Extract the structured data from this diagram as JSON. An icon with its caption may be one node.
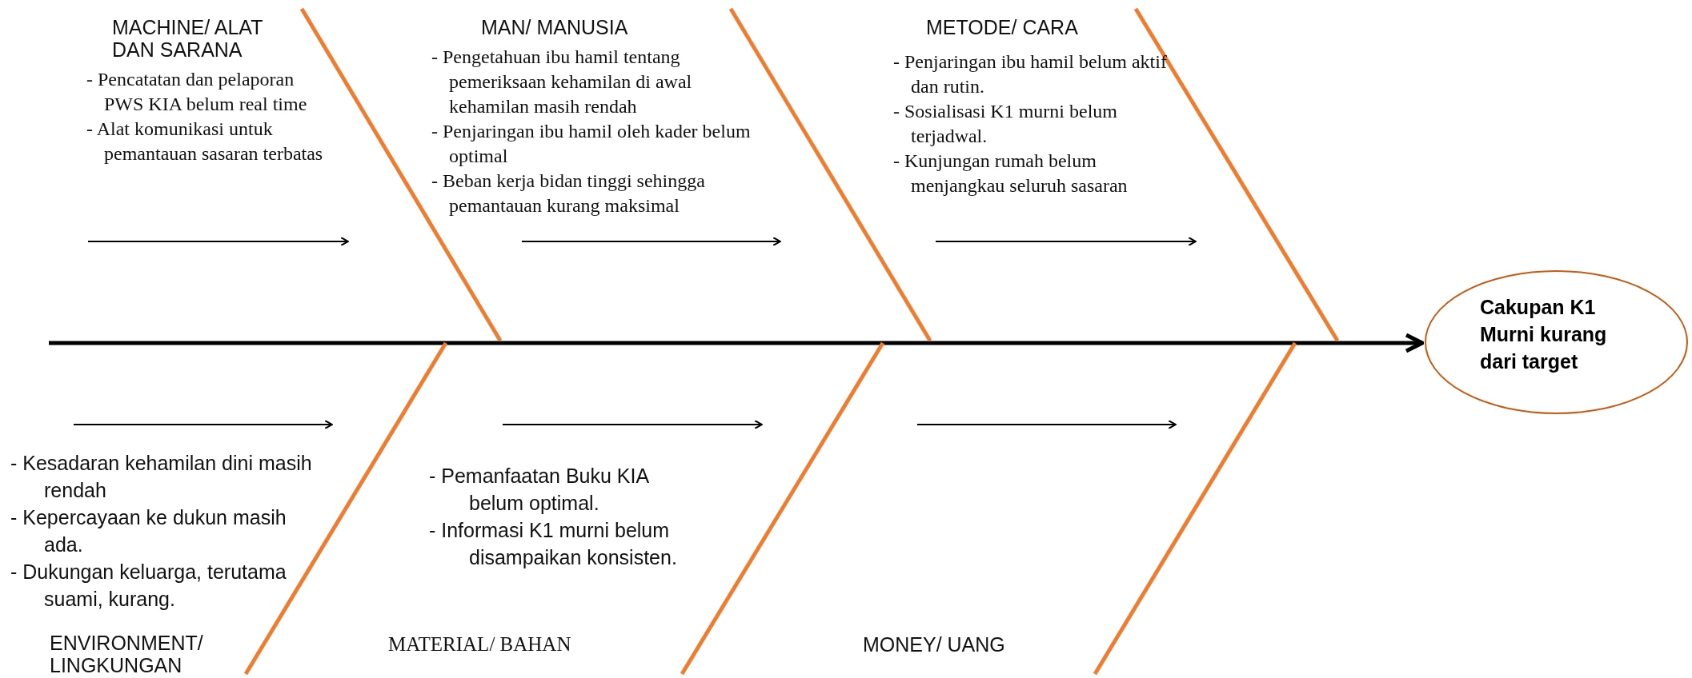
{
  "diagram": {
    "nodes": [
      {
        "text": [
          "MACHINE/ ALAT DAN SARANA",
          "- Pencatatan dan pelaporan PWS KIA belum real time",
          "- Alat komunikasi untuk pemantauan sasaran terbatas"
        ]
      },
      {
        "text": [
          "MAN/ MANUSIA",
          "- Pengetahuan ibu hamil tentang pemeriksaan kehamilan di awal kehamilan masih rendah",
          "- Penjaringan ibu hamil oleh kader belum optimal",
          "- Beban kerja bidan tinggi sehingga pemantauan kurang maksimal"
        ]
      },
      {
        "text": [
          "METODE/ CARA",
          "- Penjaringan ibu hamil belum aktif dan rutin.",
          "- Sosialisasi K1 murni belum terjadwal.",
          "- Kunjungan rumah belum menjangkau seluruh sasaran"
        ]
      },
      {
        "text": [
          "- Kesadaran kehamilan dini masih rendah",
          "- Kepercayaan ke dukun masih ada.",
          "- Dukungan keluarga, terutama suami, kurang.",
          "ENVIRONMENT/ LINGKUNGAN"
        ]
      },
      {
        "text": [
          "- Pemanfaatan Buku KIA belum optimal.",
          "- Informasi K1 murni belum disampaikan konsisten.",
          "MATERIAL/ BAHAN"
        ]
      },
      {
        "text": [
          "MONEY/ UANG"
        ]
      },
      {
        "text": [
          "Cakupan K1 Murni kurang dari target"
        ]
      }
    ],
    "edges": [
      {
        "from": null,
        "to": 6,
        "arrow": "to",
        "color": "#000000"
      },
      {
        "from": 0,
        "to": null,
        "arrow": "none"
      },
      {
        "from": 1,
        "to": null,
        "arrow": "none"
      },
      {
        "from": 2,
        "to": null,
        "arrow": "none"
      },
      {
        "from": 3,
        "to": null,
        "arrow": "none"
      },
      {
        "from": 4,
        "to": null,
        "arrow": "none"
      },
      {
        "from": 5,
        "to": null,
        "arrow": "none"
      }
    ]
  }
}
